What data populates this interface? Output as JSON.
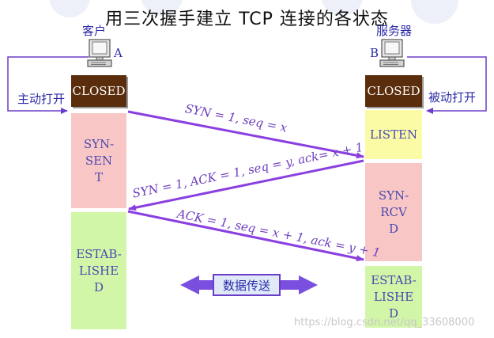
{
  "title": "用三次握手建立 TCP 连接的各状态",
  "client": {
    "name": "客户",
    "letter": "A",
    "open_label": "主动打开"
  },
  "server": {
    "name": "服务器",
    "letter": "B",
    "open_label": "被动打开"
  },
  "client_states": [
    "CLOSED",
    "SYN-SENT",
    "ESTAB-LISHED"
  ],
  "server_states": [
    "CLOSED",
    "LISTEN",
    "SYN-RCVD",
    "ESTAB-LISHED"
  ],
  "messages": [
    "SYN = 1, seq = x",
    "SYN = 1, ACK = 1, seq = y, ack= x + 1",
    "ACK = 1, seq = x + 1, ack = y + 1"
  ],
  "data_transfer": "数据传送",
  "watermark": "https://blog.csdn.net/qq_33608000",
  "colors": {
    "closed": "#5a2d0c",
    "syn": "#f9c6c6",
    "listen": "#fbfba6",
    "established": "#d2f6a8",
    "arrow": "#8a3fe0",
    "text": "#2a2aa8"
  }
}
